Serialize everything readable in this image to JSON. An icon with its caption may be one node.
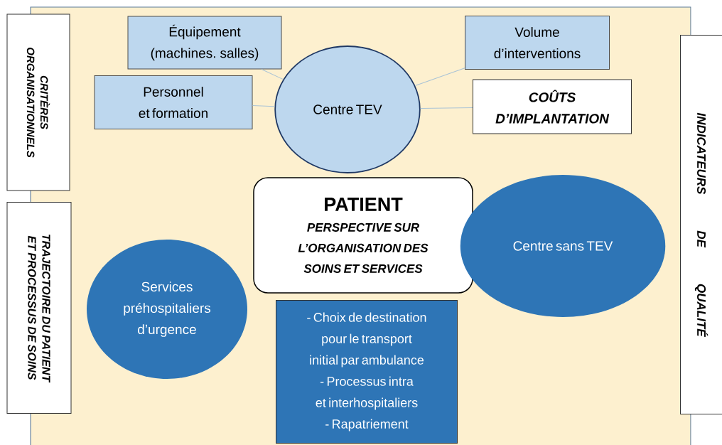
{
  "diagram": {
    "nodes": [
      {
        "text": [
          "CRITÈRES ORGANISATIONNELS"
        ]
      },
      {
        "text": [
          "TRAJECTOIRE DU PATIENT ET PROCESSUS DE SOINS"
        ]
      },
      {
        "text": [
          "Équipement (machines. salles)"
        ]
      },
      {
        "text": [
          "Volume d’interventions"
        ]
      },
      {
        "text": [
          "Personnel et formation"
        ]
      },
      {
        "text": [
          "Centre TEV"
        ]
      },
      {
        "text": [
          "COÛTS D’IMPLANTATION"
        ]
      },
      {
        "text": [
          "PATIENT",
          "PERSPECTIVE SUR L’ORGANISATION DES SOINS ET SERVICES"
        ]
      },
      {
        "text": [
          "Centre sans TEV"
        ]
      },
      {
        "text": [
          "Services préhospitaliers d’urgence"
        ]
      },
      {
        "text": [
          "- Choix de destination pour le transport initial par ambulance",
          "- Processus intra et interhospitaliers",
          "- Rapatriement"
        ]
      },
      {
        "text": [
          "INDICATEURS DE QUALITÉ"
        ]
      }
    ],
    "edges": [
      {
        "from": 5,
        "to": 2,
        "arrow": "none"
      },
      {
        "from": 5,
        "to": 3,
        "arrow": "none"
      },
      {
        "from": 5,
        "to": 4,
        "arrow": "none"
      },
      {
        "from": 5,
        "to": 6,
        "arrow": "none"
      }
    ]
  }
}
